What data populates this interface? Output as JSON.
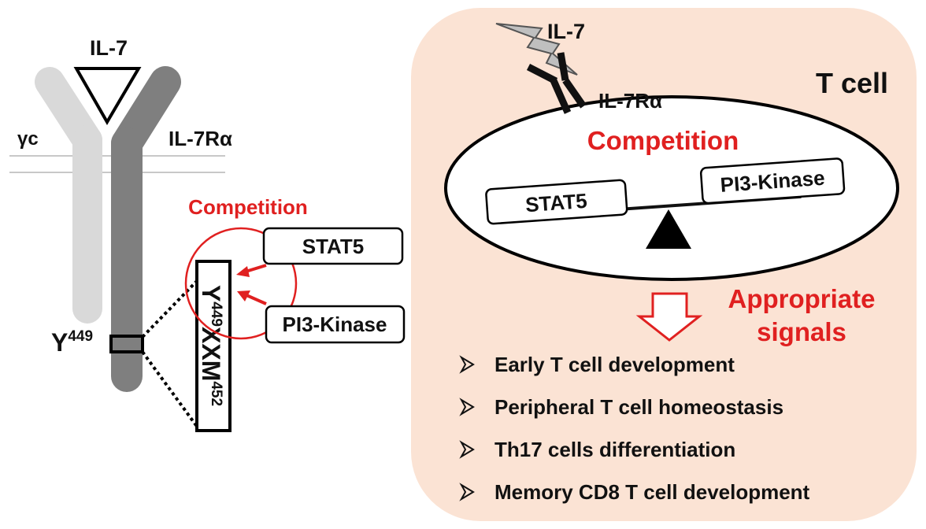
{
  "colors": {
    "accent_red": "#e02020",
    "cell_fill": "#fbe3d4",
    "gamma_chain": "#d9d9d9",
    "alpha_chain": "#7f7f7f",
    "ink": "#111111"
  },
  "receptor": {
    "ligand_label": "IL-7",
    "gamma_chain_label": "γc",
    "alpha_chain_label": "IL-7Rα",
    "tyrosine_base": "Y",
    "tyrosine_sup": "449"
  },
  "motif": {
    "y_base": "Y",
    "y_sup": "449",
    "xx": "XX",
    "m_base": "M",
    "m_sup": "452"
  },
  "left_competition": {
    "title": "Competition",
    "stat5": "STAT5",
    "pi3k": "PI3-Kinase"
  },
  "tcell": {
    "ligand_label": "IL-7",
    "receptor_label": "IL-7Rα",
    "cell_label": "T cell",
    "competition": "Competition",
    "stat5": "STAT5",
    "pi3k": "PI3-Kinase",
    "signals_line1": "Appropriate",
    "signals_line2": "signals",
    "bullet_icon": "arrowhead-bullet-icon",
    "outcomes": [
      "Early T cell development",
      "Peripheral T cell homeostasis",
      "Th17 cells differentiation",
      "Memory CD8 T cell development"
    ]
  }
}
